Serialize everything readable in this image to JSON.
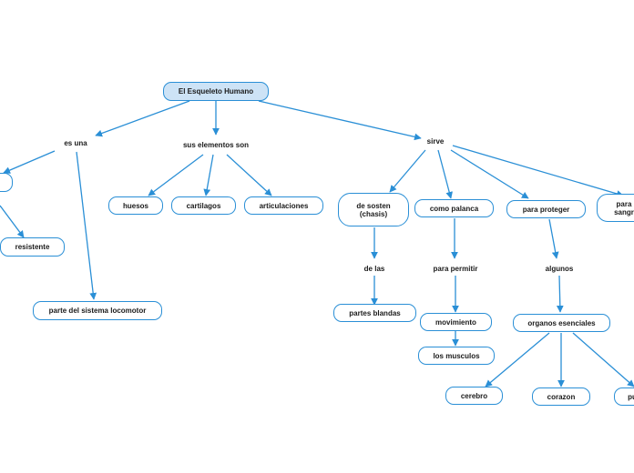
{
  "root": "El Esqueleto Humano",
  "branches": {
    "es_una": "es una",
    "sus_elementos": "sus elementos son",
    "sirve": "sirve"
  },
  "es_una_children": {
    "resistente": "resistente",
    "parte_sistema": "parte del sistema locomotor"
  },
  "elementos": {
    "huesos": "huesos",
    "cartilagos": "cartilagos",
    "articulaciones": "articulaciones"
  },
  "sirve_children": {
    "de_sosten": "de sosten\n(chasis)",
    "como_palanca": "como palanca",
    "para_proteger": "para proteger",
    "para_sangre": "para\nsangr"
  },
  "sosten_branch": {
    "de_las": "de las",
    "partes_blandas": "partes blandas"
  },
  "palanca_branch": {
    "para_permitir": "para permitir",
    "movimiento": "movimiento",
    "los_musculos": "los musculos"
  },
  "proteger_branch": {
    "algunos": "algunos",
    "organos": "organos esenciales",
    "cerebro": "cerebro",
    "corazon": "corazon",
    "pulmones": "pu"
  },
  "colors": {
    "line": "#2a8fd6",
    "root_fill": "#cde3f6",
    "node_border": "#2a8fd6"
  }
}
